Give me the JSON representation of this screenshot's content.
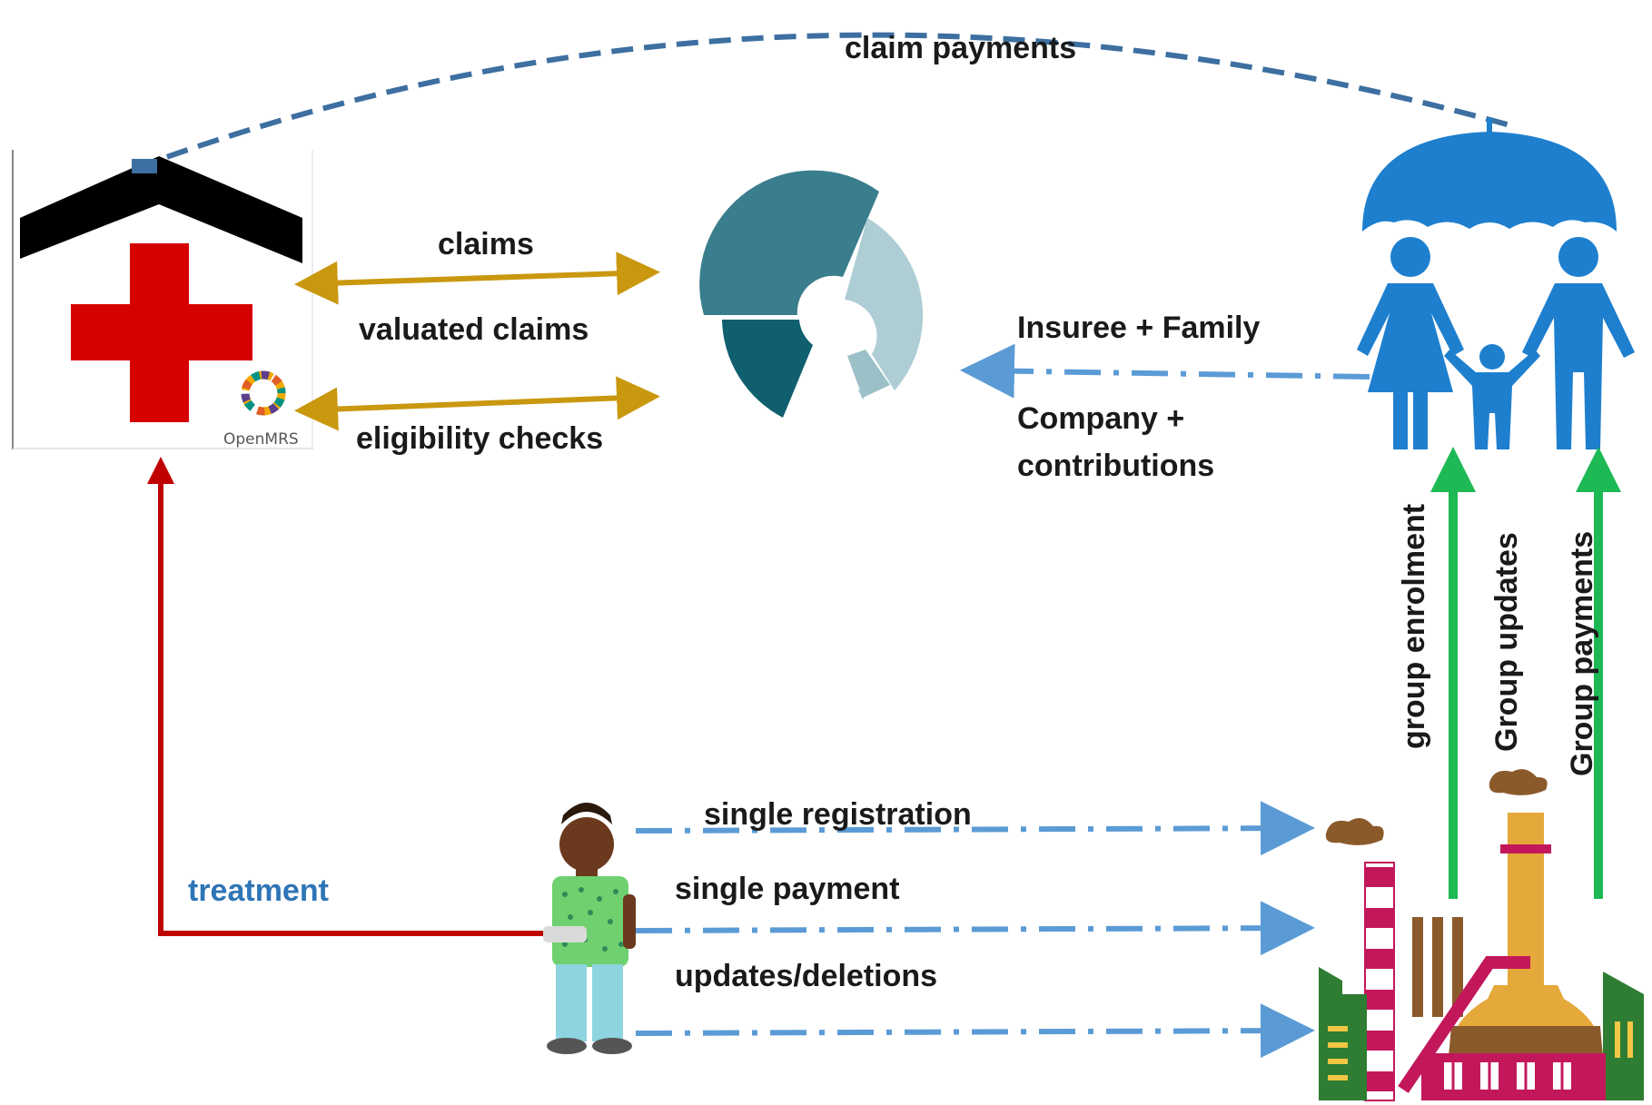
{
  "labels": {
    "claim_payments": "claim payments",
    "claims": "claims",
    "valuated_claims": "valuated claims",
    "eligibility_checks": "eligibility checks",
    "insuree_family": "Insuree + Family",
    "company_line1": "Company +",
    "company_line2": "contributions",
    "group_enrolment": "group enrolment",
    "group_updates": "Group updates",
    "group_payments": "Group payments",
    "treatment": "treatment",
    "single_registration": "single registration",
    "single_payment": "single payment",
    "updates_deletions": "updates/deletions"
  },
  "logo": {
    "openmrs": "OpenMRS"
  },
  "icons": {
    "hospital": "hospital-icon",
    "openimis": "openimis-logo-icon",
    "family": "insured-family-icon",
    "umbrella": "umbrella-icon",
    "patient": "patient-icon",
    "factory": "factory-icon"
  },
  "colors": {
    "claim_payment_arrow": "#3d6fa0",
    "claims_arrow": "#c9980f",
    "dash_dot_arrow": "#5b9bd5",
    "green_arrow": "#1db954",
    "treatment_arrow": "#c00000",
    "cross": "#d60000",
    "family": "#1e7fce",
    "logo_dark": "#3a7d8c",
    "logo_light": "#aecdd4"
  }
}
